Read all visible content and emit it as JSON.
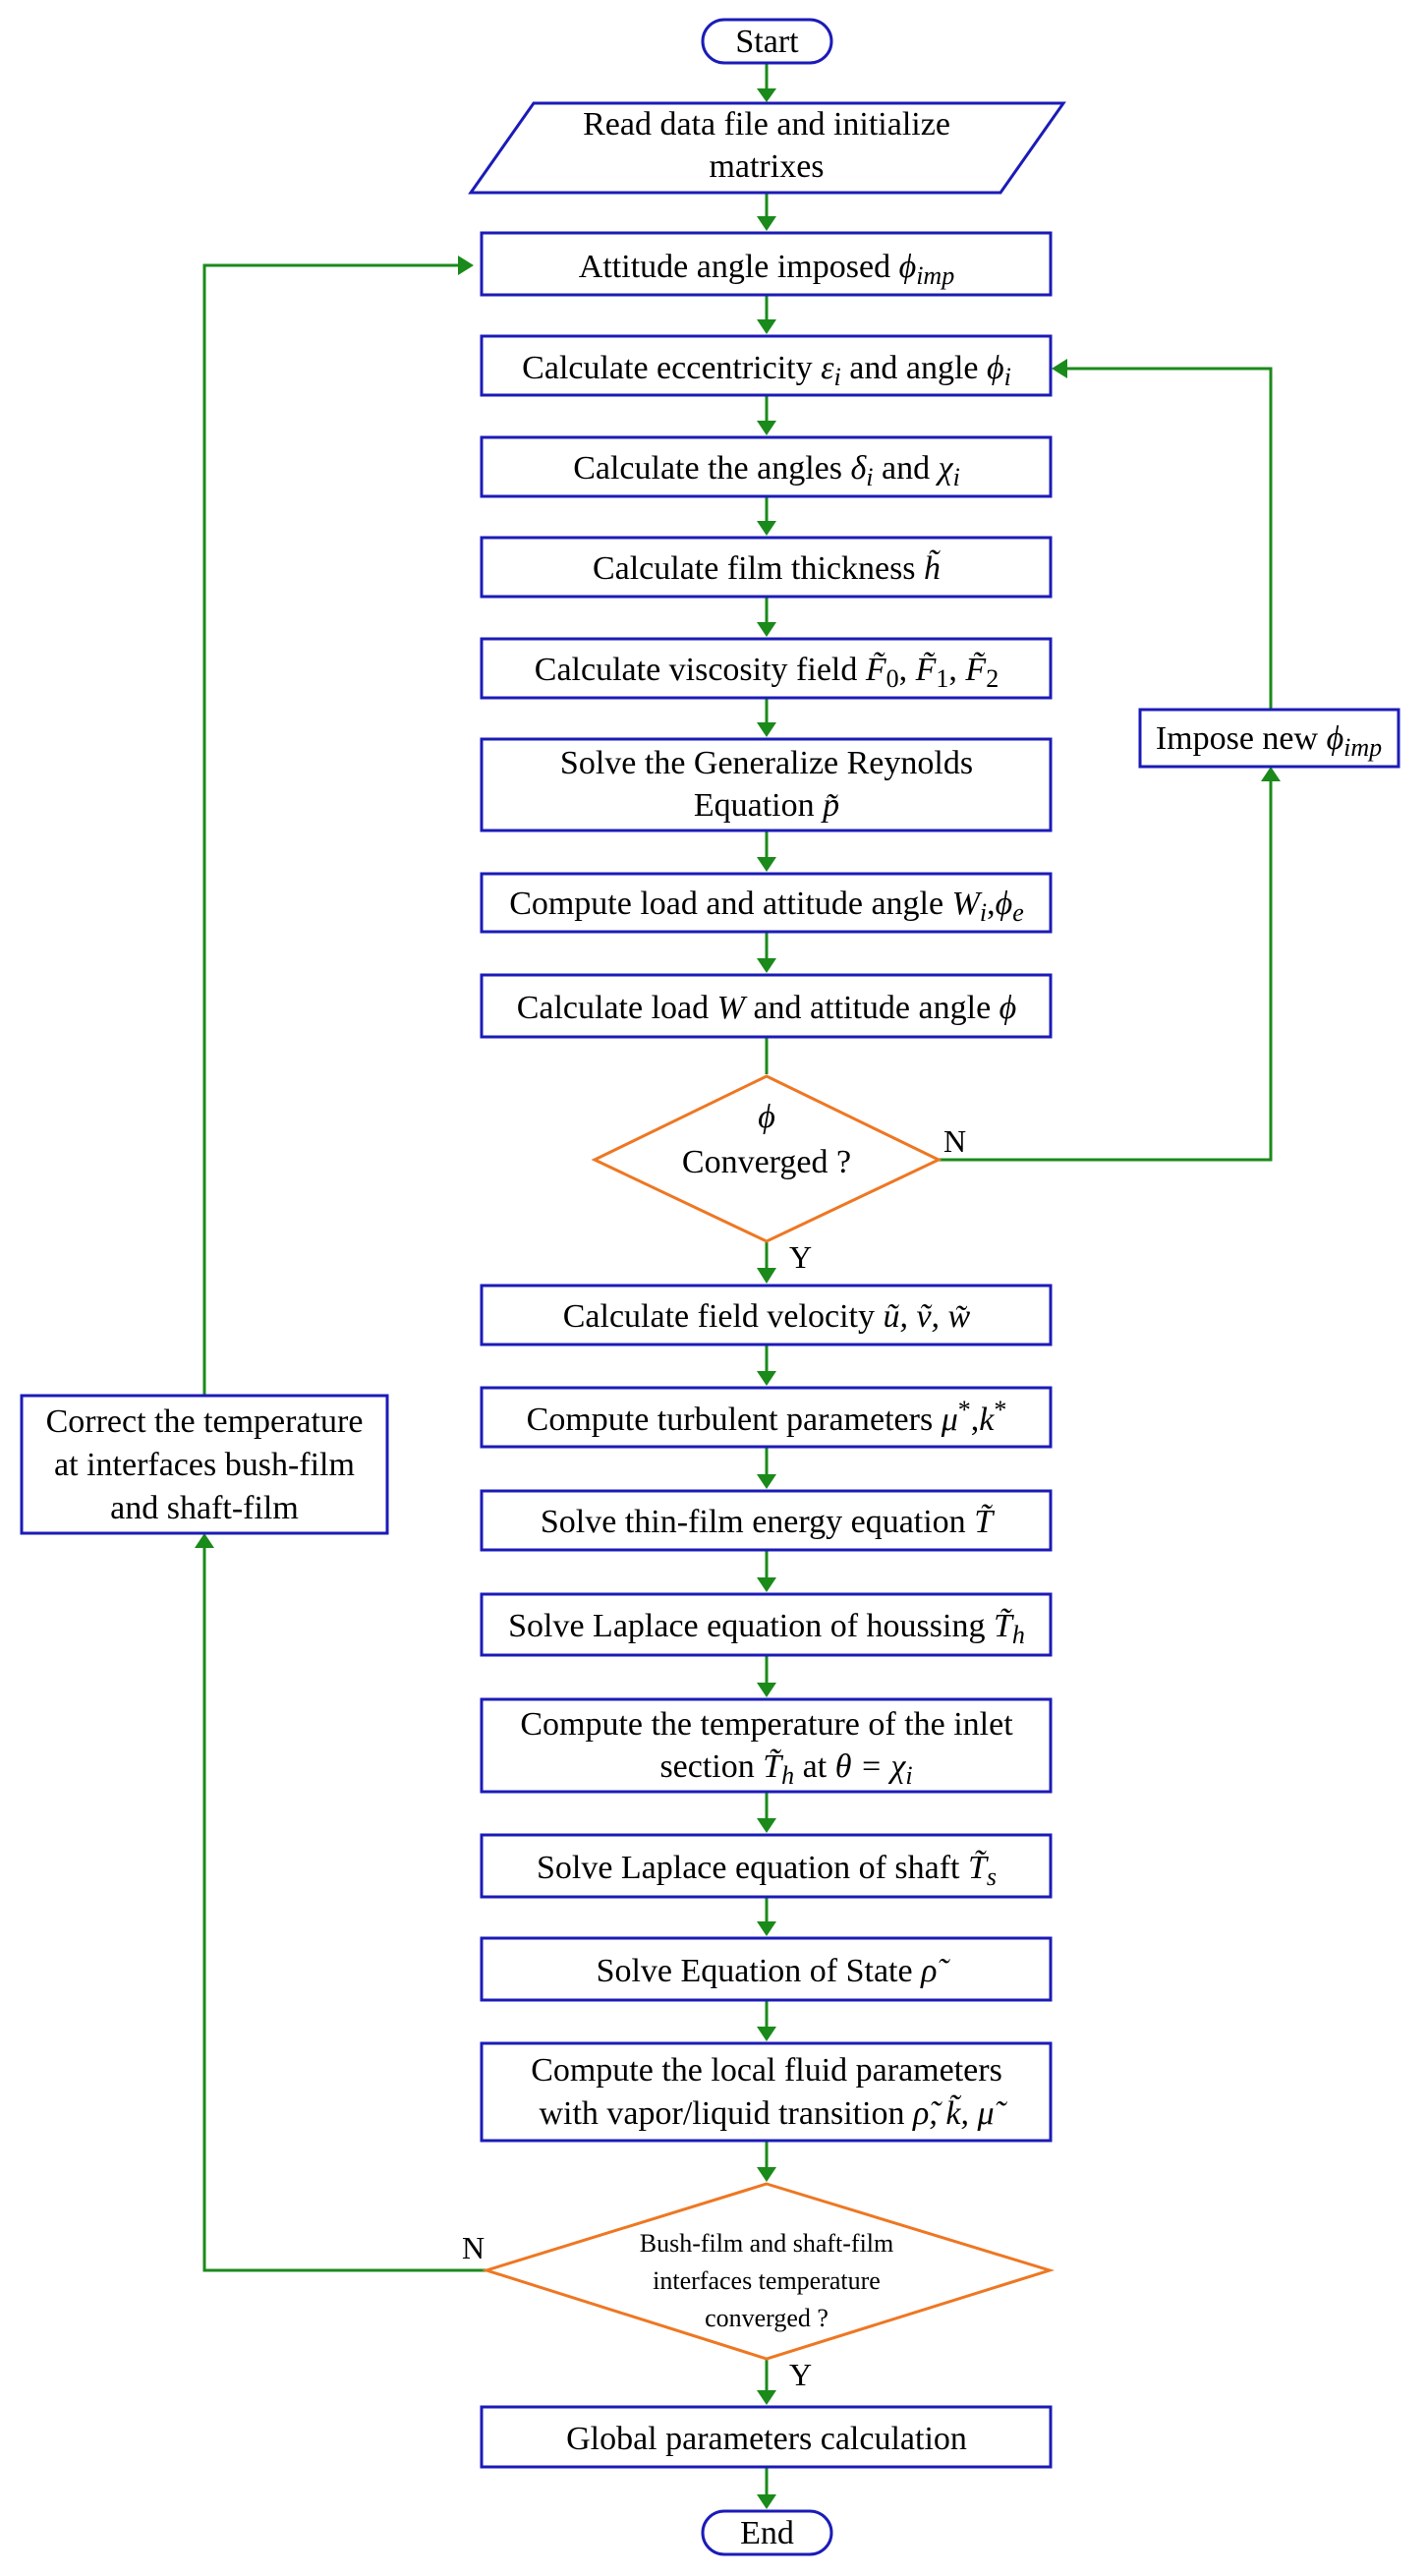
{
  "flowchart": {
    "start": "Start",
    "end": "End",
    "steps": {
      "read_data": [
        "Read data file and initialize",
        "matrixes"
      ],
      "attitude_imposed": {
        "text": "Attitude angle imposed ",
        "math": "ϕ",
        "sub": "imp"
      },
      "calc_eccentricity": {
        "text": "Calculate eccentricity ",
        "math1": "ε",
        "sub1": "i",
        "mid": " and angle ",
        "math2": "ϕ",
        "sub2": "i"
      },
      "calc_angles": {
        "text": "Calculate the angles ",
        "math1": "δ",
        "sub1": "i",
        "mid": " and ",
        "math2": "χ",
        "sub2": "i"
      },
      "calc_film": {
        "text": "Calculate film thickness ",
        "math": "h̃"
      },
      "calc_viscosity": {
        "text": "Calculate viscosity field ",
        "math": "F̃",
        "subs": [
          "0",
          "1",
          "2"
        ]
      },
      "solve_reynolds": {
        "line1": "Solve the Generalize Reynolds",
        "line2": "Equation ",
        "math": "p̃"
      },
      "compute_load": {
        "text": "Compute load and attitude angle ",
        "m1": "W",
        "s1": "i",
        "m2": "ϕ",
        "s2": "e"
      },
      "calc_load": {
        "text": "Calculate load ",
        "m1": "W",
        "mid": " and attitude angle ",
        "m2": "ϕ"
      },
      "field_velocity": {
        "text": "Calculate field velocity ",
        "math": "ũ, ṽ, w̃"
      },
      "turbulent": {
        "text": "Compute turbulent parameters ",
        "m1": "μ",
        "m2": "k",
        "sup": "*"
      },
      "thin_film": {
        "text": "Solve thin-film energy equation ",
        "math": "T̃"
      },
      "laplace_housing": {
        "text": "Solve Laplace equation of houssing ",
        "math": "T̃",
        "sub": "h"
      },
      "inlet_temp": {
        "line1": "Compute the temperature of the inlet",
        "line2": "section ",
        "math": "T̃",
        "sub": "h",
        "mid": " at ",
        "m2": "θ = χ",
        "sub2": "i"
      },
      "laplace_shaft": {
        "text": "Solve Laplace equation of shaft ",
        "math": "T̃",
        "sub": "s"
      },
      "state_eq": {
        "text": "Solve Equation of State ",
        "math": "ρ̃"
      },
      "local_fluid": {
        "line1": "Compute the local fluid parameters",
        "line2": "with vapor/liquid transition ",
        "math": "ρ̃, k̃, μ̃"
      },
      "global_params": "Global parameters calculation",
      "impose_new": {
        "text": "Impose new ",
        "math": "ϕ",
        "sub": "imp"
      },
      "correct_temp": [
        "Correct the temperature",
        "at interfaces bush-film",
        "and shaft-film"
      ]
    },
    "decisions": {
      "phi_converged": {
        "math": "ϕ",
        "text": "Converged ?"
      },
      "temp_converged": [
        "Bush-film and shaft-film",
        "interfaces temperature",
        "converged ?"
      ]
    },
    "labels": {
      "yes": "Y",
      "no": "N"
    },
    "colors": {
      "process_border": "#1b1bb8",
      "decision_border": "#ee7722",
      "arrow": "#1a8a1a"
    }
  }
}
